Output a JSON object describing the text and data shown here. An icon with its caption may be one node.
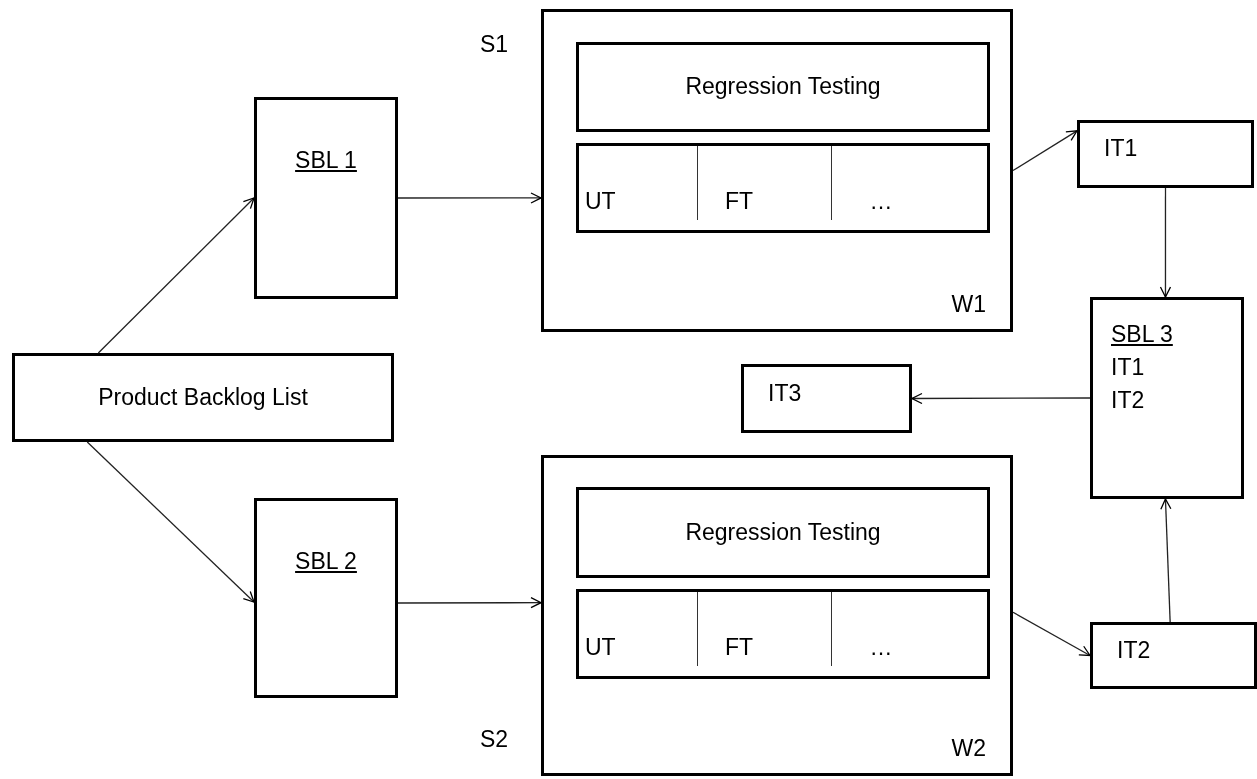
{
  "diagram": {
    "nodes": [
      {
        "text": [
          "Product Backlog List"
        ]
      },
      {
        "text": [
          "SBL 1"
        ]
      },
      {
        "text": [
          "SBL 2"
        ]
      },
      {
        "text": [
          "W1"
        ],
        "beside": [
          "S1"
        ]
      },
      {
        "text": [
          "Regression Testing"
        ],
        "in": 3
      },
      {
        "text": [
          "UT",
          "FT",
          "…"
        ],
        "in": 3
      },
      {
        "text": [
          "IT1"
        ]
      },
      {
        "text": [
          "SBL 3",
          "IT1",
          "IT2"
        ]
      },
      {
        "text": [
          "IT3"
        ]
      },
      {
        "text": [
          "W2"
        ],
        "beside": [
          "S2"
        ]
      },
      {
        "text": [
          "Regression Testing"
        ],
        "in": 9
      },
      {
        "text": [
          "UT",
          "FT",
          "…"
        ],
        "in": 9
      },
      {
        "text": [
          "IT2"
        ]
      }
    ],
    "edges": [
      {
        "from": 0,
        "to": 1,
        "arrow": "to"
      },
      {
        "from": 0,
        "to": 2,
        "arrow": "to"
      },
      {
        "from": 1,
        "to": 3,
        "arrow": "to"
      },
      {
        "from": 2,
        "to": 9,
        "arrow": "to"
      },
      {
        "from": 3,
        "to": 6,
        "arrow": "to"
      },
      {
        "from": 6,
        "to": 7,
        "arrow": "to"
      },
      {
        "from": 7,
        "to": 8,
        "arrow": "to"
      },
      {
        "from": 9,
        "to": 12,
        "arrow": "to"
      },
      {
        "from": 12,
        "to": 7,
        "arrow": "to"
      }
    ]
  }
}
